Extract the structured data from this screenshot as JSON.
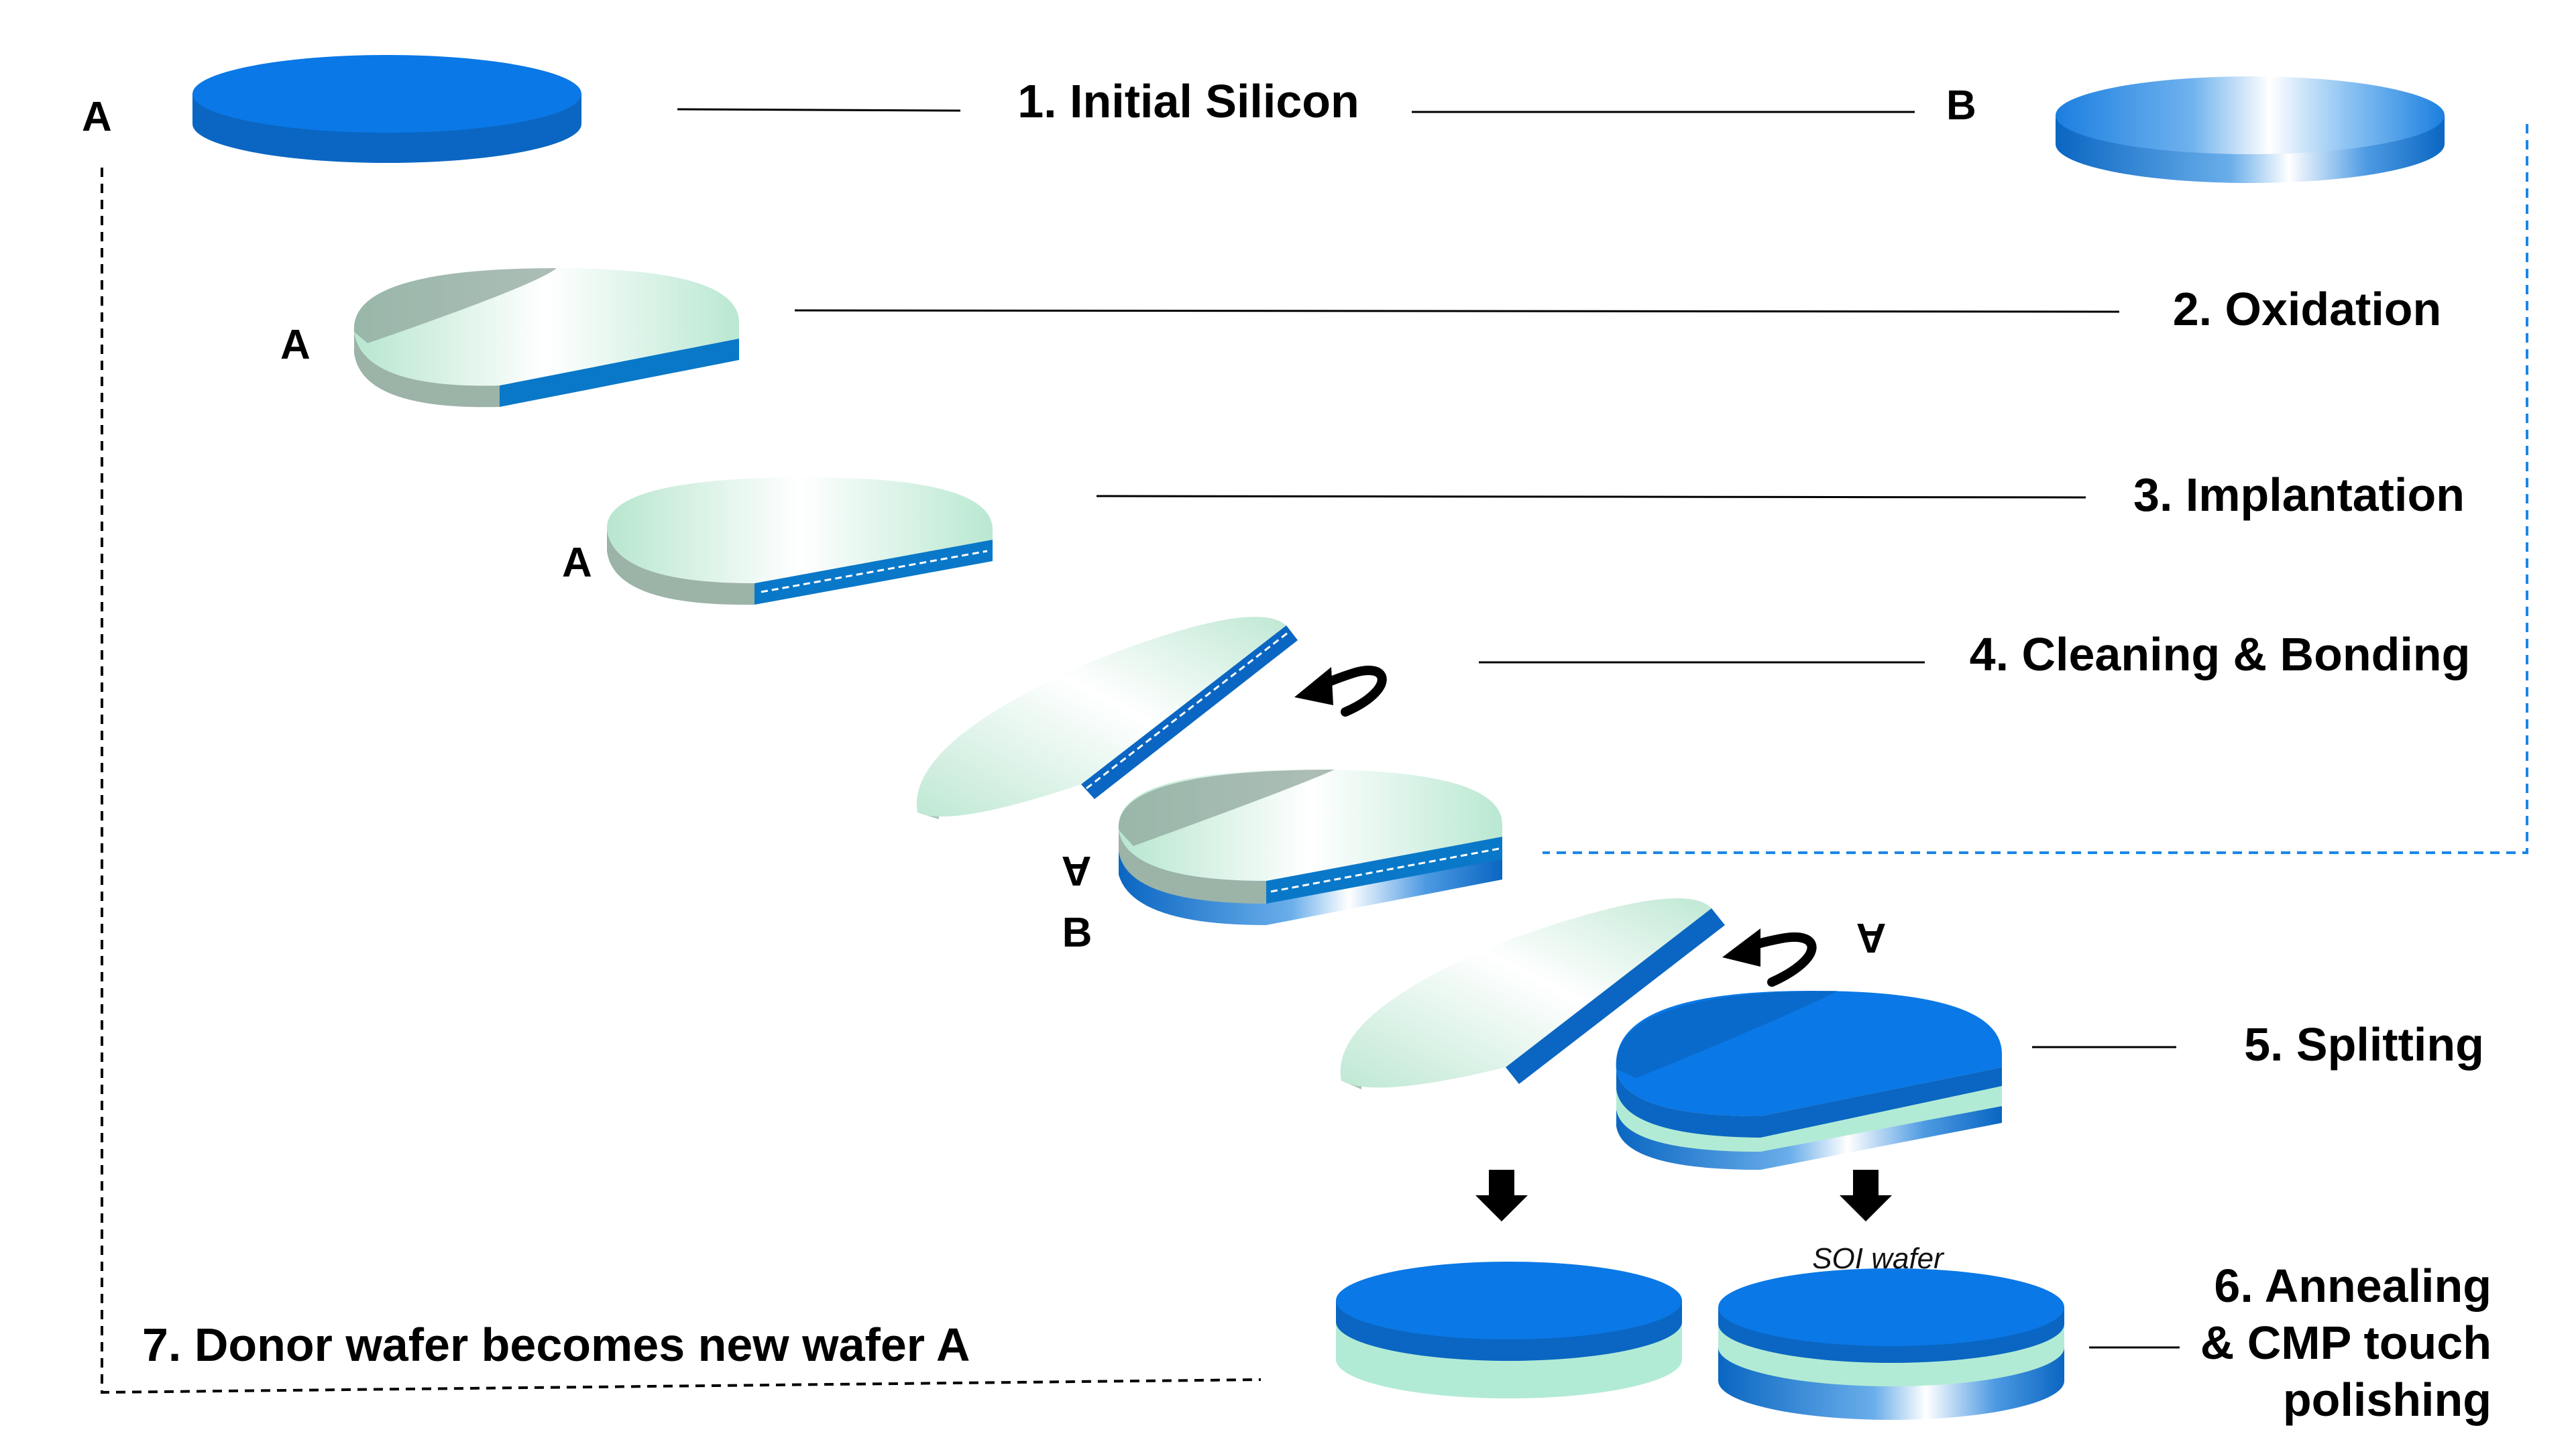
{
  "steps": {
    "s1": "1. Initial Silicon",
    "s2": "2. Oxidation",
    "s3": "3. Implantation",
    "s4": "4. Cleaning & Bonding",
    "s5": "5. Splitting",
    "s6": [
      "6. Annealing",
      "& CMP touch",
      "polishing"
    ],
    "s7": "7. Donor wafer becomes new wafer A"
  },
  "wafer_labels": {
    "a": "A",
    "b": "B",
    "a_flipped": "A"
  },
  "soi_label": "SOI wafer",
  "colors": {
    "silicon_blue": "#0a78e6",
    "silicon_side": "#0a66c2",
    "oxide_mint": "#cdeedd",
    "oxide_dark": "#9db4a8",
    "donor_loop_line": "#000000",
    "handle_loop_line": "#1a86e8"
  },
  "icons": [
    "flip-arrow-icon",
    "down-arrow-icon"
  ]
}
